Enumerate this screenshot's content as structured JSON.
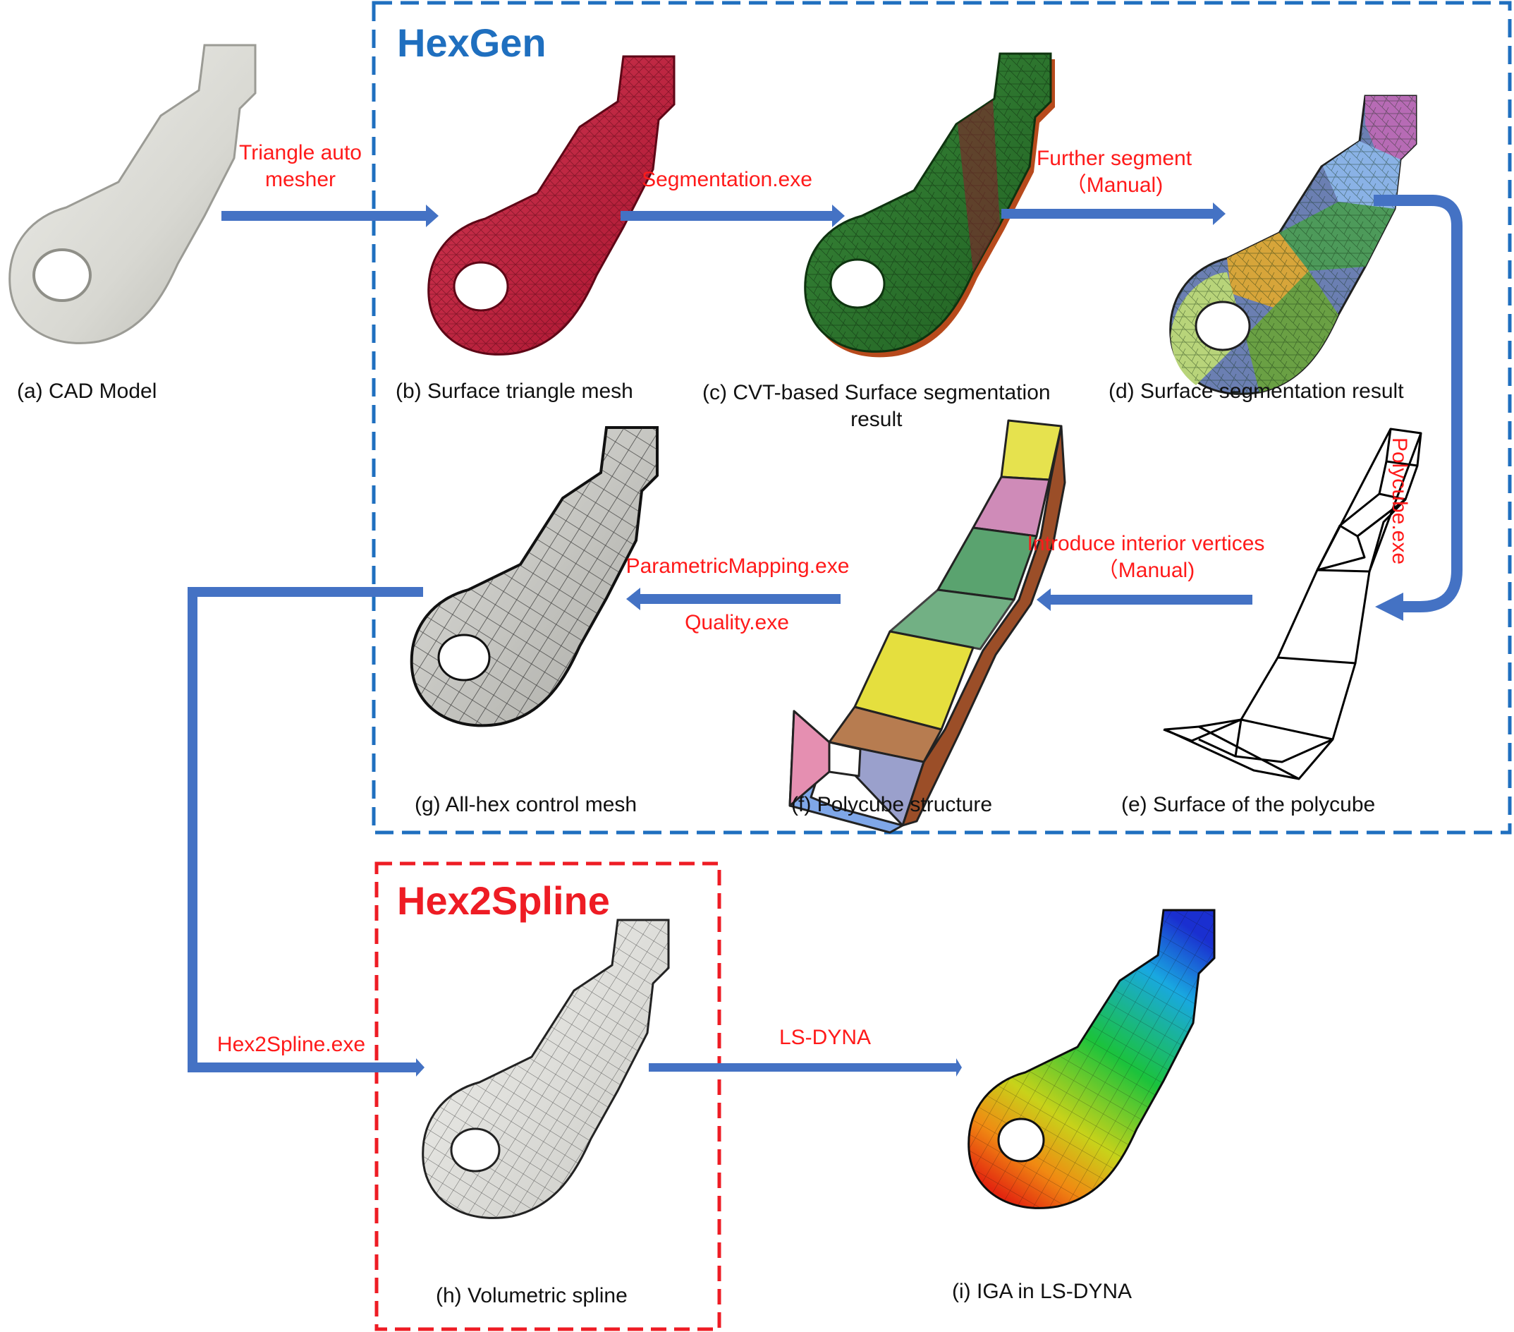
{
  "groups": {
    "hexgen": {
      "title": "HexGen",
      "color": "#1f6fbf"
    },
    "hex2spline": {
      "title": "Hex2Spline",
      "color": "#ee1c24"
    }
  },
  "colors": {
    "arrow": "#4472c4",
    "step_label": "#ff1a1a"
  },
  "panels": {
    "a": "(a) CAD Model",
    "b": "(b) Surface triangle mesh",
    "c_line1": "(c) CVT-based  Surface segmentation",
    "c_line2": "result",
    "d": "(d) Surface segmentation  result",
    "e": "(e) Surface of the polycube",
    "f": "(f) Polycube structure",
    "g": "(g) All-hex control mesh",
    "h": "(h) Volumetric spline",
    "i": "(i) IGA in LS-DYNA"
  },
  "steps": {
    "triangle_line1": "Triangle auto",
    "triangle_line2": "mesher",
    "segmentation": "Segmentation.exe",
    "further_line1": "Further segment",
    "further_line2": "（Manual)",
    "polycube": "Polycube.exe",
    "interior_line1": "Introduce interior vertices",
    "interior_line2": "（Manual)",
    "parametric": "ParametricMapping.exe",
    "quality": "Quality.exe",
    "hex2spline": "Hex2Spline.exe",
    "lsdyna": "LS-DYNA"
  }
}
